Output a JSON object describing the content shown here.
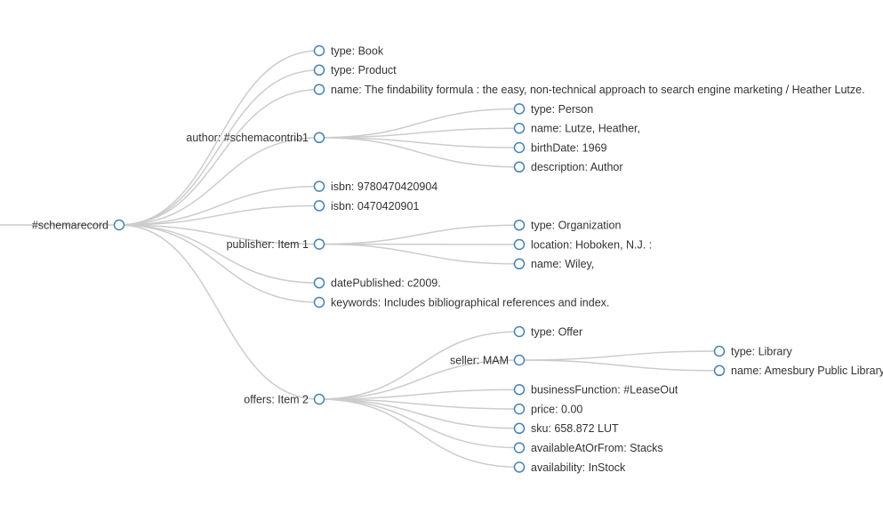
{
  "tree": {
    "root": {
      "label": "#schemarecord",
      "children": [
        {
          "label": "type: Book"
        },
        {
          "label": "type: Product"
        },
        {
          "label": "name: The findability formula : the easy, non-technical approach to search engine marketing / Heather Lutze."
        },
        {
          "label": "author: #schemacontrib1",
          "children": [
            {
              "label": "type: Person"
            },
            {
              "label": "name: Lutze, Heather,"
            },
            {
              "label": "birthDate: 1969"
            },
            {
              "label": "description: Author"
            }
          ]
        },
        {
          "label": "isbn: 9780470420904"
        },
        {
          "label": "isbn: 0470420901"
        },
        {
          "label": "publisher: Item 1",
          "children": [
            {
              "label": "type: Organization"
            },
            {
              "label": "location: Hoboken, N.J. :"
            },
            {
              "label": "name: Wiley,"
            }
          ]
        },
        {
          "label": "datePublished: c2009."
        },
        {
          "label": "keywords: Includes bibliographical references and index."
        },
        {
          "label": "offers: Item 2",
          "children": [
            {
              "label": "type: Offer"
            },
            {
              "label": "seller: MAM",
              "children": [
                {
                  "label": "type: Library"
                },
                {
                  "label": "name: Amesbury Public Library"
                }
              ]
            },
            {
              "label": "businessFunction: #LeaseOut"
            },
            {
              "label": "price: 0.00"
            },
            {
              "label": "sku: 658.872 LUT"
            },
            {
              "label": "availableAtOrFrom: Stacks"
            },
            {
              "label": "availability: InStock"
            }
          ]
        }
      ]
    }
  },
  "colors": {
    "link": "#cccccc",
    "node_stroke": "#4682b4",
    "node_fill": "#ffffff",
    "text": "#333333"
  }
}
